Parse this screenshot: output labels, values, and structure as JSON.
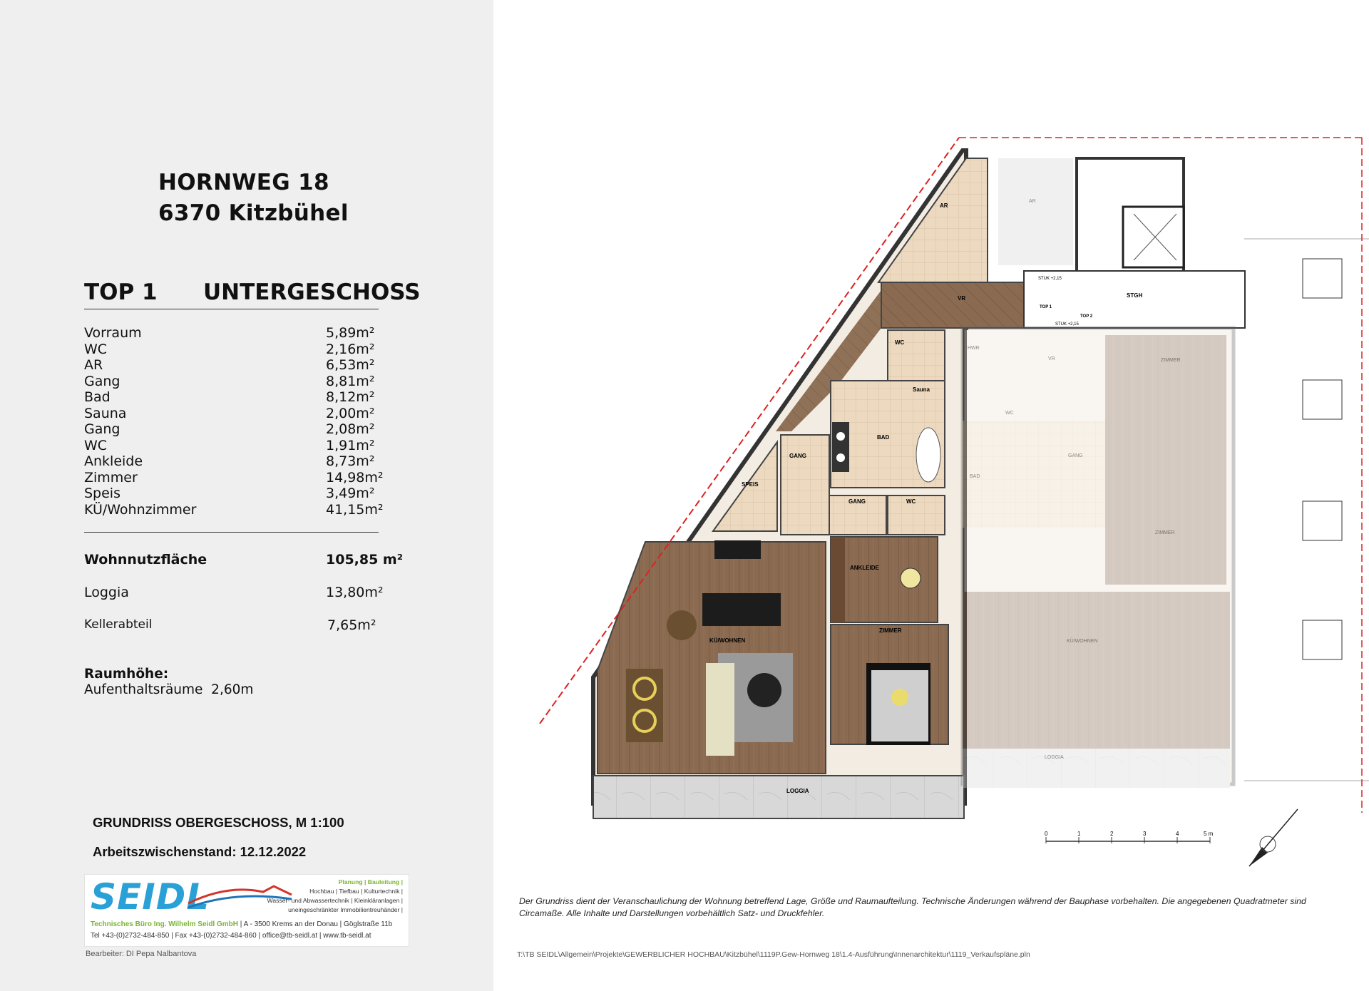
{
  "address": {
    "line1": "HORNWEG 18",
    "line2": "6370 Kitzbühel"
  },
  "unit": {
    "top": "TOP 1",
    "floor": "UNTERGESCHOSS"
  },
  "rooms": [
    {
      "name": "Vorraum",
      "area": "5,89m²"
    },
    {
      "name": "WC",
      "area": "2,16m²"
    },
    {
      "name": "AR",
      "area": "6,53m²"
    },
    {
      "name": "Gang",
      "area": "8,81m²"
    },
    {
      "name": "Bad",
      "area": "8,12m²"
    },
    {
      "name": "Sauna",
      "area": "2,00m²"
    },
    {
      "name": "Gang",
      "area": "2,08m²"
    },
    {
      "name": "WC",
      "area": "1,91m²"
    },
    {
      "name": "Ankleide",
      "area": "8,73m²"
    },
    {
      "name": "Zimmer",
      "area": "14,98m²"
    },
    {
      "name": "Speis",
      "area": "3,49m²"
    },
    {
      "name": "KÜ/Wohnzimmer",
      "area": "41,15m²"
    }
  ],
  "summary": {
    "wohnnutz_label": "Wohnnutzfläche",
    "wohnnutz_value": "105,85 m²",
    "loggia_label": "Loggia",
    "loggia_value": "13,80m²",
    "keller_label": "Kellerabteil",
    "keller_value": "7,65m²"
  },
  "height": {
    "label": "Raumhöhe:",
    "value": "Aufenthaltsräume  2,60m"
  },
  "plan_title": "GRUNDRISS OBERGESCHOSS,  M 1:100",
  "status": "Arbeitszwischenstand: 12.12.2022",
  "logo": {
    "brand": "SEIDL",
    "services1": "Planung | Bauleitung |",
    "services2": "Hochbau | Tiefbau | Kulturtechnik |",
    "services3": "Wasser- und Abwassertechnik | Kleinkläranlagen |",
    "services4": "uneingeschränkter Immobilientreuhänder |",
    "company": "Technisches Büro Ing. Wilhelm Seidl GmbH",
    "addr": "| A - 3500 Krems an der Donau | Göglstraße 11b",
    "contact": "Tel +43-(0)2732-484-850 | Fax +43-(0)2732-484-860 | office@tb-seidl.at | www.tb-seidl.at"
  },
  "editor": "Bearbeiter: DI Pepa Nalbantova",
  "disclaimer": "Der Grundriss dient der Veranschaulichung der Wohnung betreffend Lage, Größe und Raumaufteilung. Technische Änderungen während der Bauphase vorbehalten. Die angegebenen Quadratmeter sind Circamaße. Alle Inhalte und Darstellungen vorbehältlich Satz- und Druckfehler.",
  "file_path": "T:\\TB SEIDL\\Allgemein\\Projekte\\GEWERBLICHER HOCHBAU\\Kitzbühel\\1119P.Gew-Hornweg 18\\1.4-Ausführung\\Innenarchitektur\\1119_Verkaufspläne.pln",
  "plan_labels": {
    "ar": "AR",
    "vr": "VR",
    "stgh": "STGH",
    "wc1": "WC",
    "sauna": "Sauna",
    "bad": "BAD",
    "gang1": "GANG",
    "speis": "SPEIS",
    "gang2": "GANG",
    "wc2": "WC",
    "ankleide": "ANKLEIDE",
    "zimmer": "ZIMMER",
    "kue": "KÜ/WOHNEN",
    "loggia": "LOGGIA",
    "top1": "TOP 1",
    "top2": "TOP 2",
    "stuk1": "STUK +2,15",
    "stuk2": "STUK +2,15",
    "g_hwr": "HWR",
    "g_vr": "VR",
    "g_zimmer1": "ZIMMER",
    "g_wc": "WC",
    "g_gang": "GANG",
    "g_bad": "BAD",
    "g_zimmer2": "ZIMMER",
    "g_kue": "KÜ/WOHNEN",
    "g_loggia": "LOGGIA",
    "g_ar": "AR"
  },
  "scale_labels": [
    "0",
    "1",
    "2",
    "3",
    "4",
    "5 m"
  ]
}
